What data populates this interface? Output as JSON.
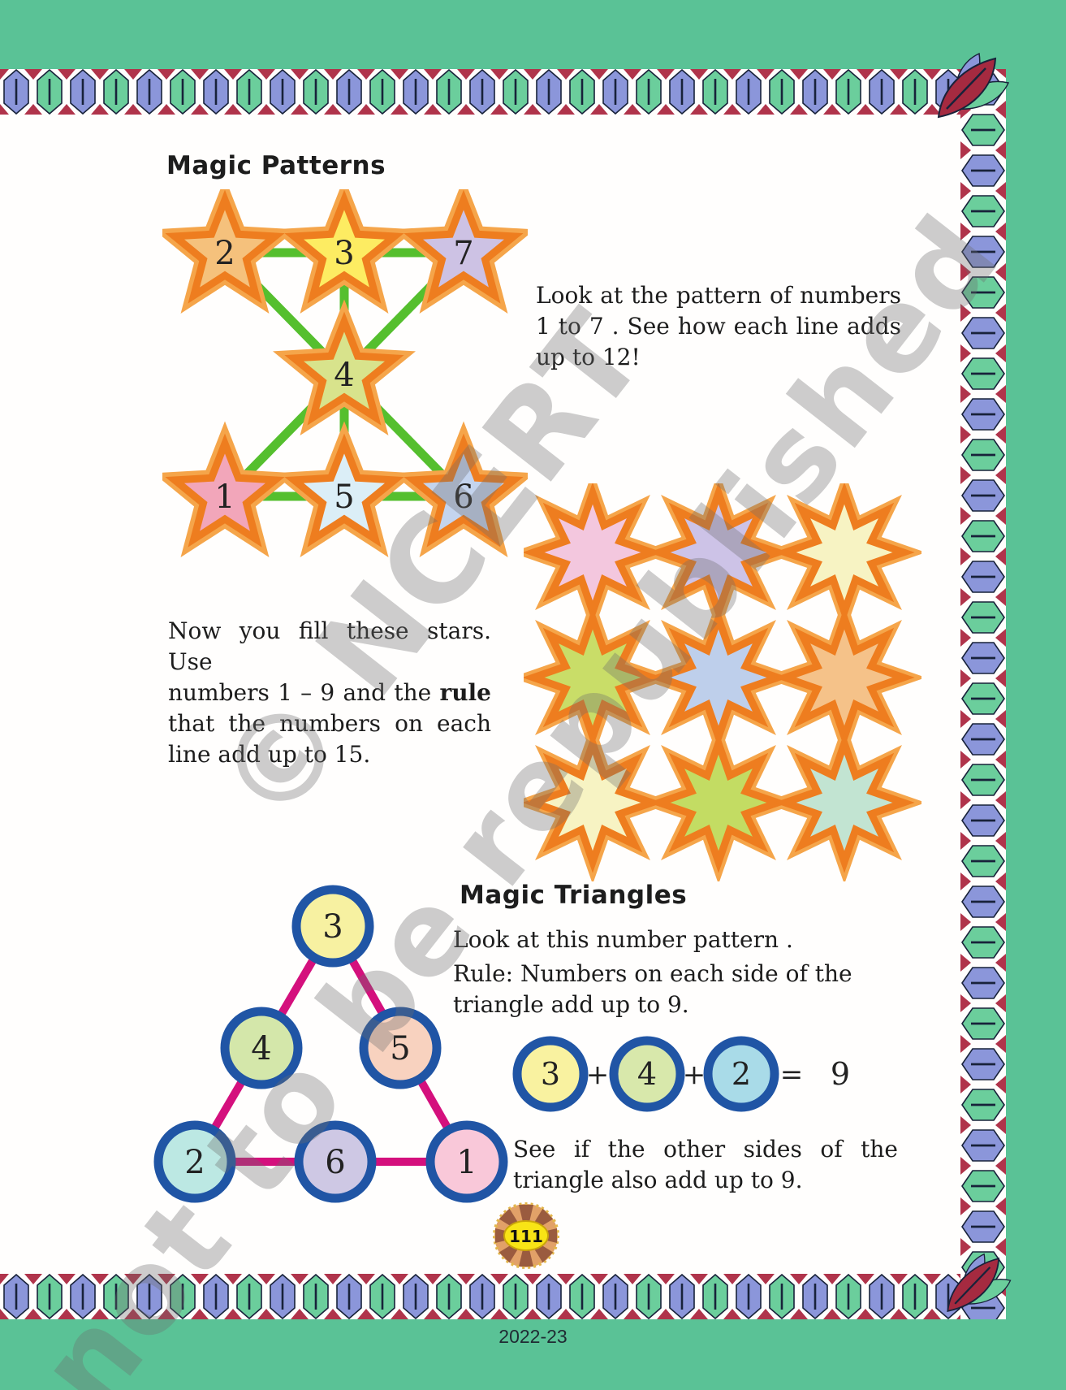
{
  "page": {
    "year_label": "2022-23",
    "badge_number": "111",
    "watermark": {
      "line1": "© NCERT",
      "line2": "not to be republished"
    },
    "colors": {
      "page_background": "#5ac296",
      "star_outline_dark": "#ee7d1f",
      "star_outline_light": "#f5a54a",
      "connector_green": "#55bf2e",
      "connector_magenta": "#d4107d",
      "circle_outline": "#2055a5",
      "border_red": "#b0344b",
      "border_blue": "#8b96da",
      "border_green": "#6bce9c"
    }
  },
  "magic_patterns": {
    "heading": "Magic Patterns",
    "intro_lines": [
      "Look at the pattern of numbers",
      "1 to 7 . See how each line adds",
      "up to 12!"
    ],
    "stars": [
      {
        "value": "2",
        "fill": "#f5c17c"
      },
      {
        "value": "3",
        "fill": "#fdec62"
      },
      {
        "value": "7",
        "fill": "#cdc2e4"
      },
      {
        "value": "4",
        "fill": "#d8e38c"
      },
      {
        "value": "1",
        "fill": "#f2a6ba"
      },
      {
        "value": "5",
        "fill": "#dbeef7"
      },
      {
        "value": "6",
        "fill": "#c4d4ee"
      }
    ],
    "task_lines": {
      "l1": "Now you fill these stars. Use",
      "l2_pre": "numbers 1 – 9 and the ",
      "l2_bold": "rule",
      "l3": "that the numbers on each",
      "l4": "line add up to 15."
    },
    "grid_star_fills": [
      "#f3c7de",
      "#cdc3e7",
      "#f7f3c3",
      "#c9dd68",
      "#becfeb",
      "#f5c289",
      "#f7f3c3",
      "#c3dc63",
      "#c2e4d2"
    ]
  },
  "magic_triangles": {
    "heading": "Magic Triangles",
    "intro": "Look at this number pattern .",
    "rule_lines": [
      "Rule: Numbers on each side of the",
      "triangle add up to 9."
    ],
    "triangle_circles": [
      {
        "value": "3",
        "fill": "#f7f1a1"
      },
      {
        "value": "4",
        "fill": "#d4e7aa"
      },
      {
        "value": "5",
        "fill": "#f8d2bf"
      },
      {
        "value": "2",
        "fill": "#bce8e3"
      },
      {
        "value": "6",
        "fill": "#cec8e4"
      },
      {
        "value": "1",
        "fill": "#f9c8d9"
      }
    ],
    "equation": {
      "terms": [
        {
          "value": "3",
          "fill": "#f9f2a0"
        },
        {
          "value": "4",
          "fill": "#d8e8ab"
        },
        {
          "value": "2",
          "fill": "#a9dbe8"
        }
      ],
      "plus": "+",
      "equals": "=",
      "result": "9"
    },
    "closing_lines": [
      "See if the other sides of the",
      "triangle also add up to 9."
    ]
  }
}
